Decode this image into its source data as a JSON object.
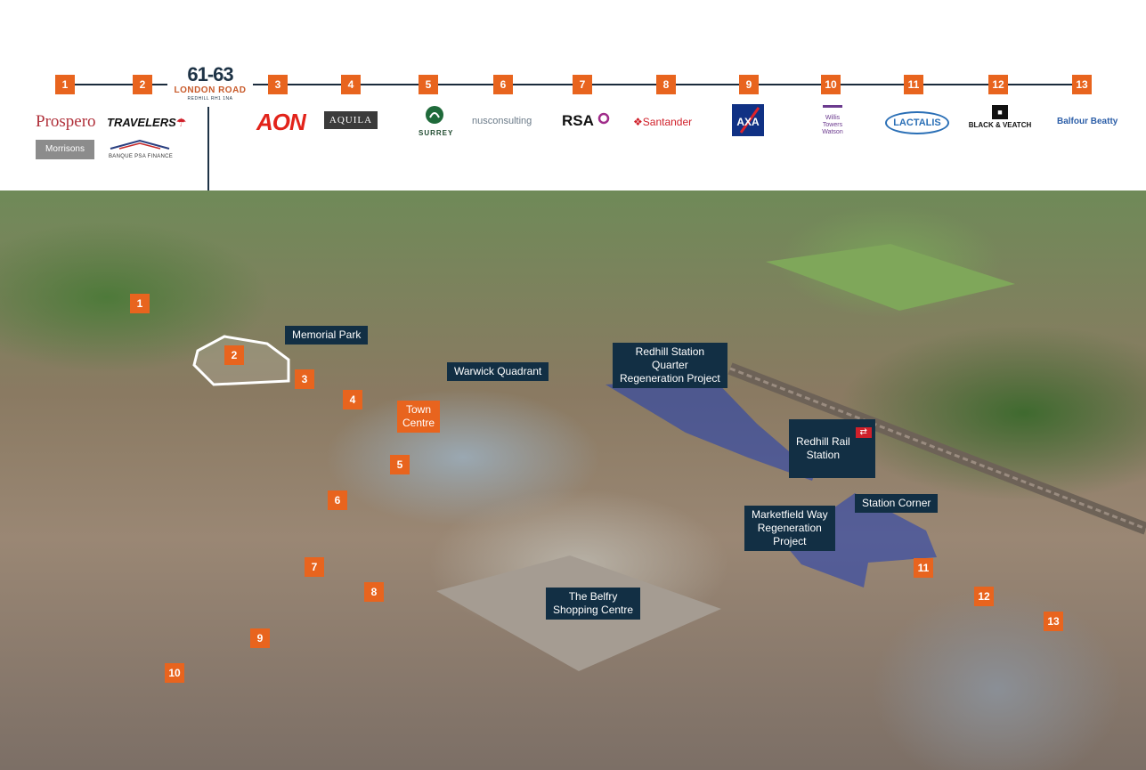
{
  "subject": {
    "number": "61-63",
    "name": "LONDON ROAD",
    "location": "REDHILL RH1 1NA"
  },
  "timeline_markers": [
    "1",
    "2",
    "3",
    "4",
    "5",
    "6",
    "7",
    "8",
    "9",
    "10",
    "11",
    "12",
    "13"
  ],
  "occupier_logos": {
    "prospero": "Prospero",
    "travelers": "TRAVELERS",
    "morrisons": "Morrisons",
    "banque": "BANQUE PSA FINANCE",
    "aon": "AON",
    "aquila": "AQUILA",
    "surrey": "SURREY",
    "nus": "nusconsulting",
    "rsa": "RSA",
    "santander": "Santander",
    "axa": "AXA",
    "willis": "Willis\nTowers\nWatson",
    "lactalis": "LACTALIS",
    "black_veatch": "BLACK & VEATCH",
    "balfour": "Balfour Beatty"
  },
  "map_markers": [
    "1",
    "2",
    "3",
    "4",
    "5",
    "6",
    "7",
    "8",
    "9",
    "10",
    "11",
    "12",
    "13"
  ],
  "place_labels": {
    "memorial_park": "Memorial Park",
    "warwick_quadrant": "Warwick Quadrant",
    "town_centre": "Town\nCentre",
    "redhill_station_quarter": "Redhill Station\nQuarter\nRegeneration Project",
    "redhill_rail": "Redhill Rail\nStation",
    "station_corner": "Station Corner",
    "marketfield_way": "Marketfield Way\nRegeneration\nProject",
    "belfry": "The Belfry\nShopping Centre"
  },
  "colors": {
    "marker_orange": "#e8641e",
    "label_navy": "#122f44",
    "highlight_blue": "#1e3cb4",
    "outline_white": "#ffffff"
  }
}
